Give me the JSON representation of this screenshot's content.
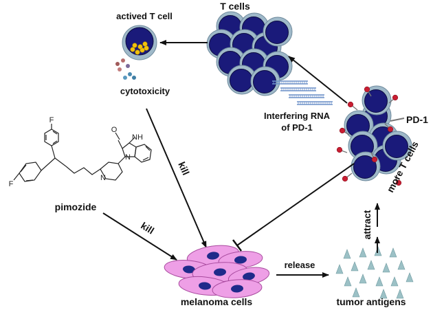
{
  "colors": {
    "cell_fill": "#1a1a7a",
    "cell_ring": "#9fb9c9",
    "melanoma_cytoplasm": "#ee9fe6",
    "melanoma_nucleus": "#1f2a8a",
    "antigen": "#9cc1c6",
    "pd1_receptor": "#c81e32",
    "granule": "#f2c20c",
    "rna_strand": "#6e92c9"
  },
  "labels": {
    "t_cells": "T cells",
    "actived_t_cell": "actived T cell",
    "cytotoxicity": "cytotoxicity",
    "interfering_rna_line1": "Interfering RNA",
    "interfering_rna_line2": "of PD-1",
    "pd1": "PD-1",
    "more_t_cells": "more T cells",
    "pimozide": "pimozide",
    "kill_upper": "kill",
    "kill_lower": "kill",
    "melanoma_cells": "melanoma cells",
    "release": "release",
    "tumor_antigens": "tumor antigens",
    "attract": "attract"
  },
  "molecule_atoms": {
    "fluorine_top": "F",
    "fluorine_bottom": "F",
    "nitrogen_piperidine": "N",
    "nitrogen_imidazole": "N",
    "nh": "NH",
    "oxygen": "O"
  }
}
